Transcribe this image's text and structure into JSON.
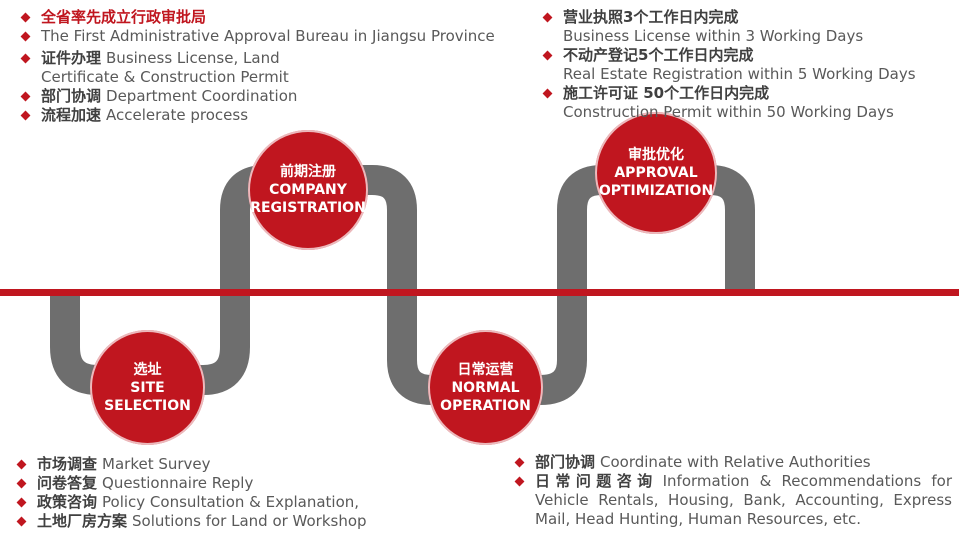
{
  "colors": {
    "accent": "#c0161f",
    "track": "#6e6e6e",
    "text": "#595959"
  },
  "top_left": {
    "items": [
      {
        "cn": "全省率先成立行政审批局",
        "en": "",
        "highlight": true
      },
      {
        "cn": "",
        "en": "The First Administrative Approval Bureau in Jiangsu Province"
      },
      {
        "cn": "证件办理",
        "en": "Business License, Land",
        "en2": "Certificate & Construction Permit"
      },
      {
        "cn": "部门协调",
        "en": "Department Coordination"
      },
      {
        "cn": "流程加速",
        "en": "Accelerate process"
      }
    ]
  },
  "top_right": {
    "items": [
      {
        "cn": "营业执照3个工作日内完成",
        "en": "Business License within 3 Working Days"
      },
      {
        "cn": "不动产登记5个工作日内完成",
        "en": "Real Estate Registration within 5 Working Days"
      },
      {
        "cn": "施工许可证 50个工作日内完成",
        "en": "Construction Permit within 50 Working Days"
      }
    ]
  },
  "stages": [
    {
      "cn": "选址",
      "en1": "SITE",
      "en2": "SELECTION"
    },
    {
      "cn": "前期注册",
      "en1": "COMPANY",
      "en2": "REGISTRATION"
    },
    {
      "cn": "日常运营",
      "en1": "NORMAL",
      "en2": "OPERATION"
    },
    {
      "cn": "审批优化",
      "en1": "APPROVAL",
      "en2": "OPTIMIZATION"
    }
  ],
  "bottom_left": {
    "items": [
      {
        "cn": "市场调查",
        "en": "Market Survey"
      },
      {
        "cn": "问卷答复",
        "en": "Questionnaire Reply"
      },
      {
        "cn": "政策咨询",
        "en": "Policy Consultation & Explanation,"
      },
      {
        "cn": "土地厂房方案",
        "en": "Solutions for Land or Workshop"
      }
    ]
  },
  "bottom_right": {
    "items": [
      {
        "cn": "部门协调",
        "en": "Coordinate with Relative Authorities"
      },
      {
        "cn": "日常问题咨询",
        "en": "Information & Recommendations for Vehicle Rentals, Housing, Bank, Accounting, Express Mail, Head Hunting, Human Resources, etc."
      }
    ]
  }
}
